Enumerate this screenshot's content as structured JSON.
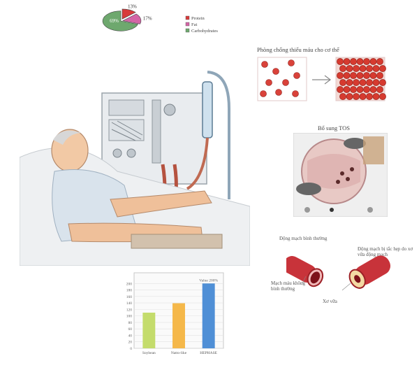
{
  "pie": {
    "chart_data": {
      "type": "pie",
      "slices": [
        {
          "name": "Protein",
          "label": "13%",
          "value": 13,
          "color": "#d83a3a"
        },
        {
          "name": "Fat",
          "label": "17%",
          "value": 17,
          "color": "#d465a6"
        },
        {
          "name": "Carbohydrates",
          "label": "69%",
          "value": 69,
          "color": "#6ea86e"
        }
      ],
      "legend": "right"
    }
  },
  "blood": {
    "title": "Phòng chống thiếu máu cho cơ thể"
  },
  "tos": {
    "title": "Bổ sung TOS"
  },
  "artery": {
    "label_normal": "Động mạch bình thường",
    "label_blocked": "Động mạch bị tắc hẹp do xơ vữa động mạch",
    "label_wall": "Mạch máu không bình thường",
    "label_plaque": "Xơ vữa"
  },
  "bar": {
    "chart_data": {
      "type": "bar",
      "categories": [
        "Soybean",
        "Natto-like",
        "HEPHASE"
      ],
      "values": [
        110,
        139,
        200
      ],
      "colors": [
        "#c4dc6c",
        "#f5b84a",
        "#4f8fd6"
      ],
      "yticks": [
        "0",
        "20",
        "40",
        "60",
        "80",
        "100",
        "120",
        "140",
        "160",
        "180",
        "200"
      ],
      "ylim": [
        0,
        220
      ],
      "annotation": "Value 200%",
      "grid": true
    }
  }
}
